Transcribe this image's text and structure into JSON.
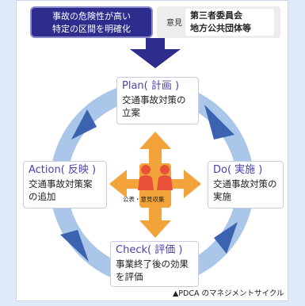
{
  "top": {
    "box_lines": [
      "事故の危険性が高い",
      "特定の区間を明確化"
    ],
    "opinion_label": "意見",
    "opinion_sources": [
      "第三者委員会",
      "地方公共団体等"
    ]
  },
  "stages": [
    {
      "id": "plan",
      "title": "Plan( 計画 )",
      "lines": [
        "交通事故対策の",
        "立案"
      ]
    },
    {
      "id": "do",
      "title": "Do( 実施 )",
      "lines": [
        "交通事故対策の",
        "実施"
      ]
    },
    {
      "id": "check",
      "title": "Check( 評価 )",
      "lines": [
        "事業終了後の効果",
        "を評価"
      ]
    },
    {
      "id": "action",
      "title": "Action( 反映 )",
      "lines": [
        "交通事故対策案",
        "の追加"
      ]
    }
  ],
  "center_caption": "公表・意見収集",
  "footer_caption": "▲PDCA のマネジメントサイクル",
  "colors": {
    "cycle_ring": "#aac7e9",
    "cycle_arrow": "#3b63b0",
    "down_arrow": "#2e2c8c",
    "cross_arrow": "#f2a33a",
    "people": "#e8503a"
  }
}
